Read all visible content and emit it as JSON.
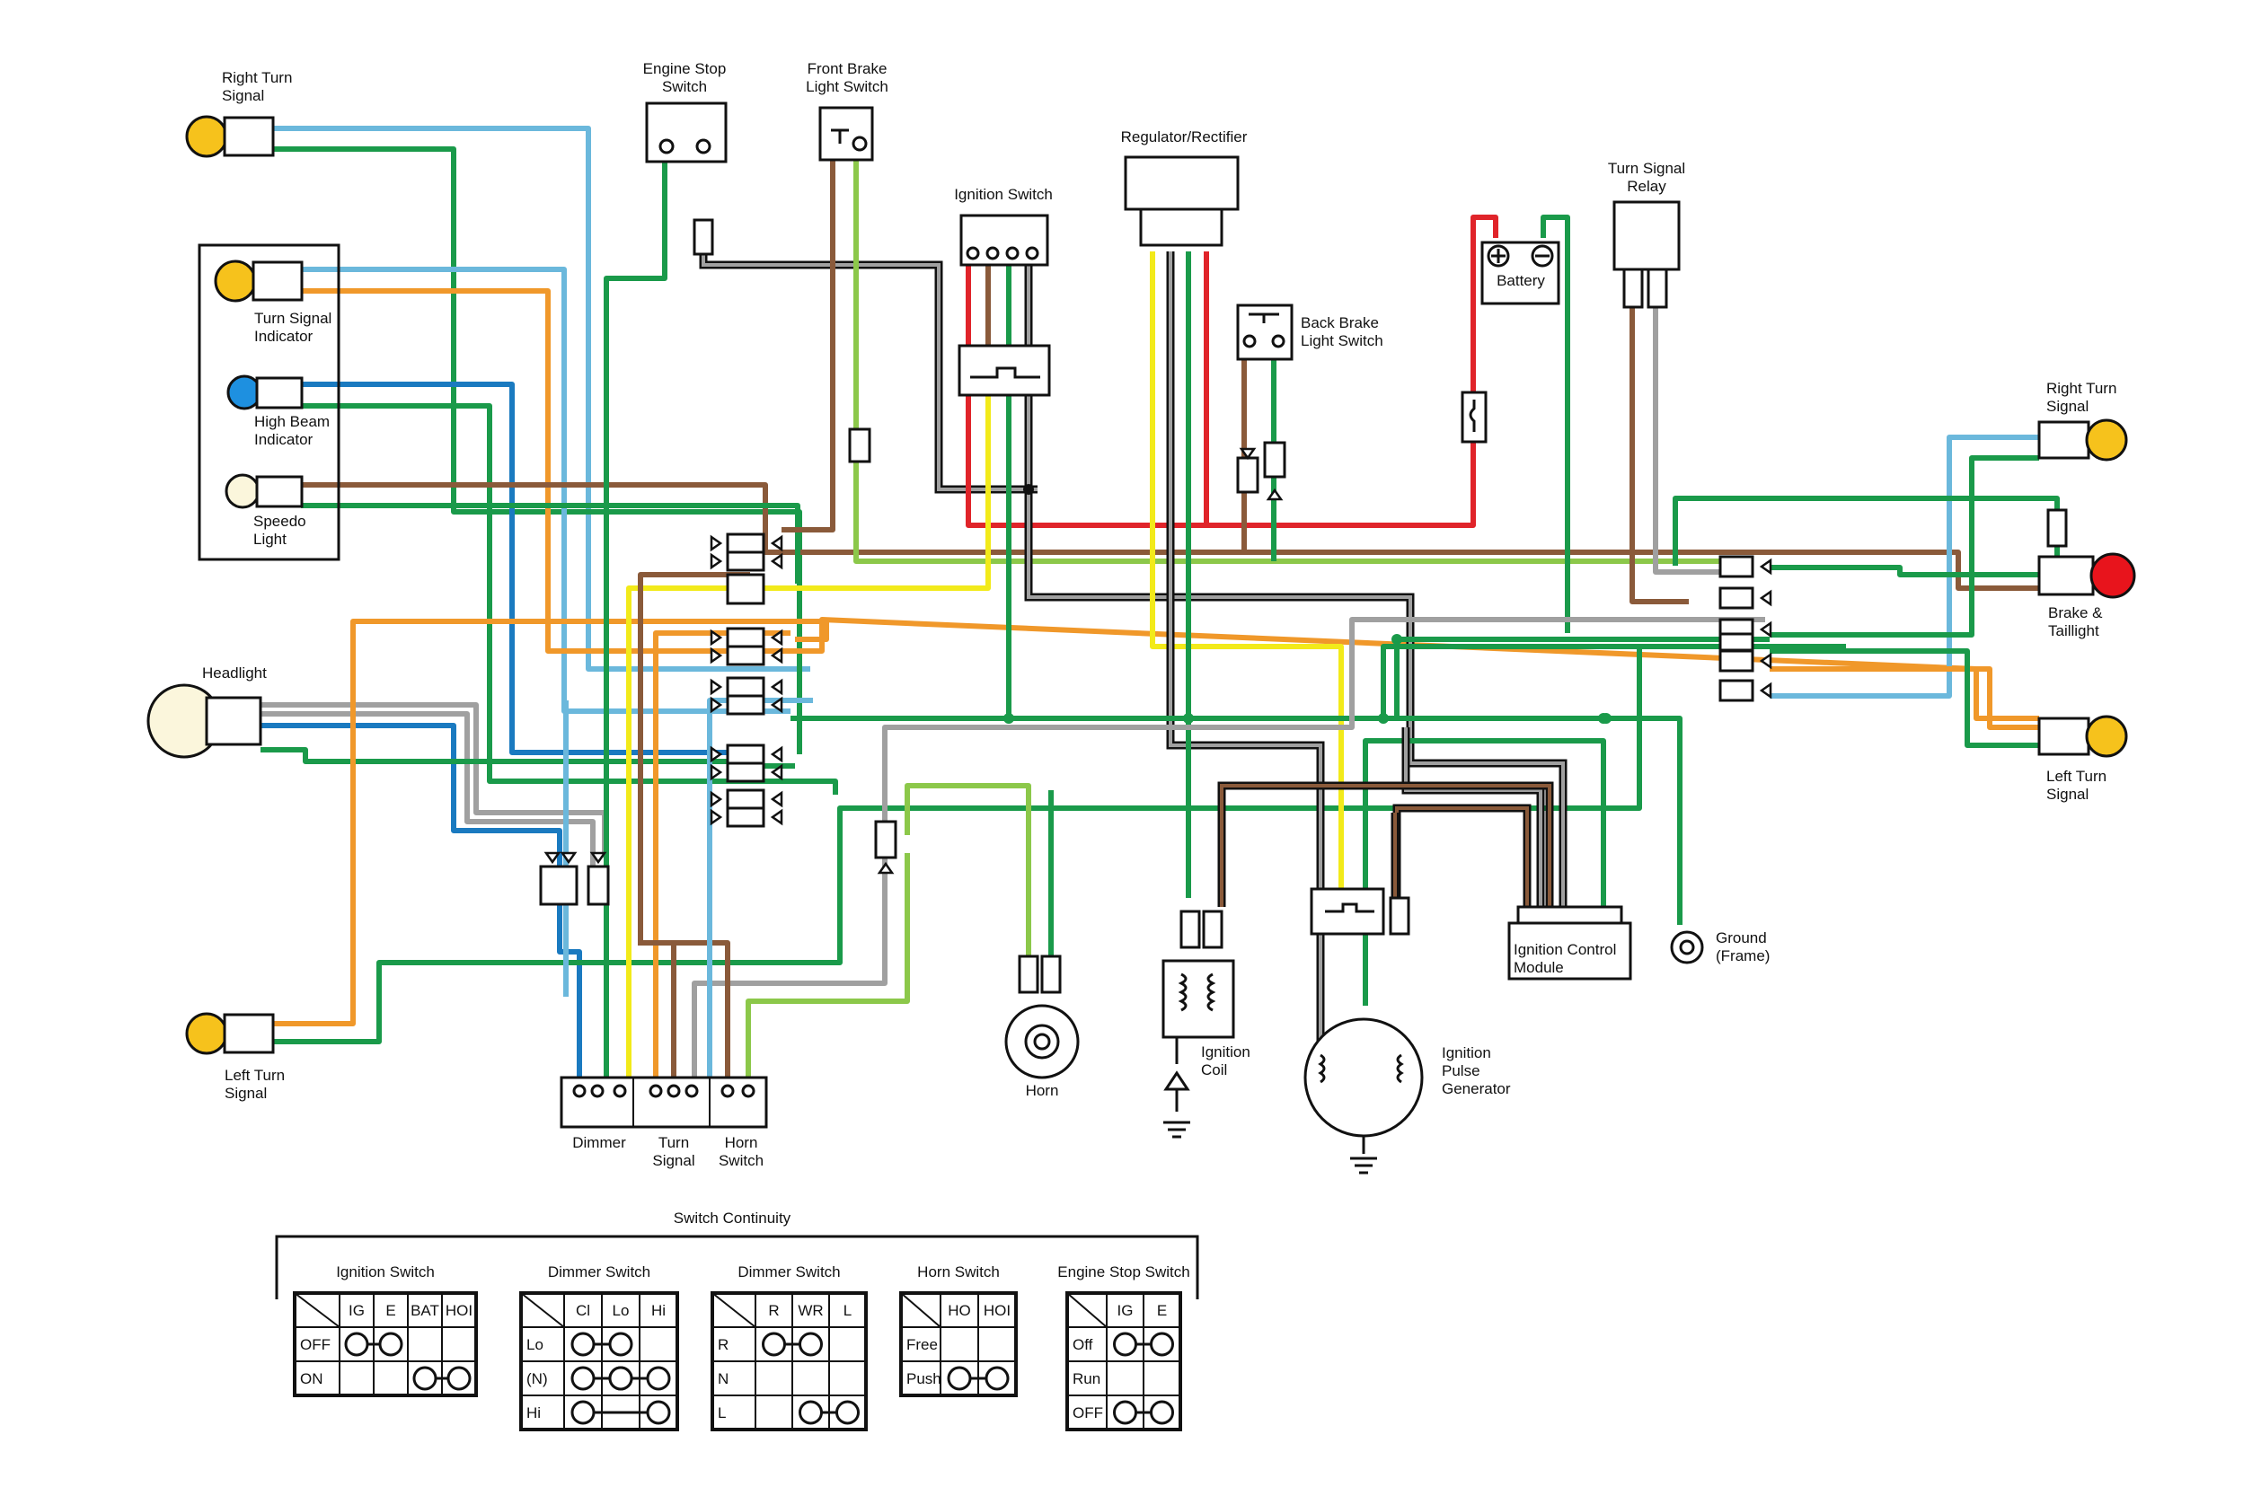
{
  "colors": {
    "green": "#1a9a4a",
    "lightblue": "#6bb8dc",
    "blue": "#1a7ac0",
    "orange": "#f0982a",
    "brown": "#8a5a3a",
    "yellow": "#f2ea1a",
    "red": "#e0242a",
    "gray": "#a0a0a0",
    "lightgreen": "#8cc84a",
    "black": "#111111",
    "amber_bulb": "#f6c21c",
    "blue_bulb": "#1e90e0",
    "red_bulb": "#e8141c",
    "cream_bulb": "#fbf6dc"
  },
  "labels": {
    "right_turn_signal_left": [
      "Right Turn",
      "Signal"
    ],
    "turn_signal_indicator": [
      "Turn Signal",
      "Indicator"
    ],
    "high_beam_indicator": [
      "High Beam",
      "Indicator"
    ],
    "speedo_light": [
      "Speedo",
      "Light"
    ],
    "headlight": [
      "Headlight"
    ],
    "left_turn_signal_left": [
      "Left Turn",
      "Signal"
    ],
    "engine_stop_switch": [
      "Engine Stop",
      "Switch"
    ],
    "front_brake_light_switch": [
      "Front Brake",
      "Light Switch"
    ],
    "ignition_switch": [
      "Ignition Switch"
    ],
    "regulator_rectifier": [
      "Regulator/Rectifier"
    ],
    "back_brake_light_switch": [
      "Back Brake",
      "Light Switch"
    ],
    "battery": [
      "Battery"
    ],
    "turn_signal_relay": [
      "Turn Signal",
      "Relay"
    ],
    "right_turn_signal_right": [
      "Right Turn",
      "Signal"
    ],
    "brake_taillight": [
      "Brake &",
      "Taillight"
    ],
    "left_turn_signal_right": [
      "Left Turn",
      "Signal"
    ],
    "ground_frame": [
      "Ground",
      "(Frame)"
    ],
    "ignition_control_module": [
      "Ignition Control",
      "Module"
    ],
    "ignition_pulse_generator": [
      "Ignition",
      "Pulse",
      "Generator"
    ],
    "ignition_coil": [
      "Ignition",
      "Coil"
    ],
    "horn": [
      "Horn"
    ],
    "dimmer": [
      "Dimmer"
    ],
    "turn_signal_switch": [
      "Turn",
      "Signal"
    ],
    "horn_switch": [
      "Horn",
      "Switch"
    ]
  },
  "switch_continuity": {
    "title": "Switch Continuity",
    "tables": [
      {
        "title": "Ignition Switch",
        "columns": [
          "IG",
          "E",
          "BAT",
          "HOI"
        ],
        "rows": [
          {
            "label": "OFF",
            "links": [
              [
                0,
                1
              ]
            ]
          },
          {
            "label": "ON",
            "links": [
              [
                2,
                3
              ]
            ]
          }
        ]
      },
      {
        "title": "Dimmer Switch",
        "columns": [
          "Cl",
          "Lo",
          "Hi"
        ],
        "rows": [
          {
            "label": "Lo",
            "links": [
              [
                0,
                1
              ]
            ]
          },
          {
            "label": "(N)",
            "links": [
              [
                0,
                1
              ],
              [
                1,
                2
              ]
            ]
          },
          {
            "label": "Hi",
            "links": [
              [
                0,
                2
              ]
            ]
          }
        ]
      },
      {
        "title": "Dimmer Switch",
        "columns": [
          "R",
          "WR",
          "L"
        ],
        "rows": [
          {
            "label": "R",
            "links": [
              [
                0,
                1
              ]
            ]
          },
          {
            "label": "N",
            "links": []
          },
          {
            "label": "L",
            "links": [
              [
                1,
                2
              ]
            ]
          }
        ]
      },
      {
        "title": "Horn Switch",
        "columns": [
          "HO",
          "HOI"
        ],
        "rows": [
          {
            "label": "Free",
            "links": []
          },
          {
            "label": "Push",
            "links": [
              [
                0,
                1
              ]
            ]
          }
        ]
      },
      {
        "title": "Engine Stop Switch",
        "columns": [
          "IG",
          "E"
        ],
        "rows": [
          {
            "label": "Off",
            "links": [
              [
                0,
                1
              ]
            ]
          },
          {
            "label": "Run",
            "links": []
          },
          {
            "label": "OFF",
            "links": [
              [
                0,
                1
              ]
            ]
          }
        ]
      }
    ]
  }
}
